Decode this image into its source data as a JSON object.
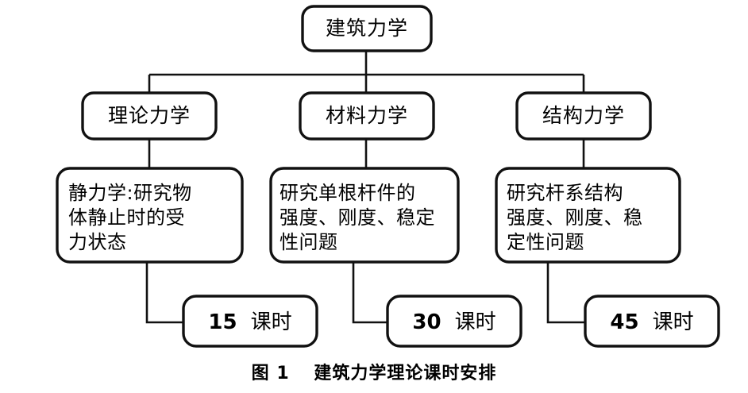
{
  "figure": {
    "caption_number": "图 1",
    "caption_title": "建筑力学理论课时安排",
    "background_color": "#ffffff",
    "line_color": "#111111"
  },
  "diagram": {
    "type": "tree-hierarchy",
    "root": {
      "id": "root",
      "label": "建筑力学"
    },
    "branches": [
      {
        "id": "branch-theoretical",
        "label": "理论力学",
        "description_lines": [
          "静力学:研究物",
          "体静止时的受",
          "力状态"
        ],
        "description_text": "静力学:研究物体静止时的受力状态",
        "hours_value": "15",
        "hours_unit": "课时"
      },
      {
        "id": "branch-material",
        "label": "材料力学",
        "description_lines": [
          "研究单根杆件的",
          "强度、刚度、稳定",
          "性问题"
        ],
        "description_text": "研究单根杆件的强度、刚度、稳定性问题",
        "hours_value": "30",
        "hours_unit": "课时"
      },
      {
        "id": "branch-structural",
        "label": "结构力学",
        "description_lines": [
          "研究杆系结构",
          "强度、刚度、稳",
          "定性问题"
        ],
        "description_text": "研究杆系结构强度、刚度、稳定性问题",
        "hours_value": "45",
        "hours_unit": "课时"
      }
    ]
  },
  "chart_data": {
    "type": "bar",
    "title": "建筑力学理论课时安排",
    "categories": [
      "理论力学",
      "材料力学",
      "结构力学"
    ],
    "values": [
      15,
      30,
      45
    ],
    "xlabel": "",
    "ylabel": "课时",
    "ylim": [
      0,
      45
    ]
  }
}
